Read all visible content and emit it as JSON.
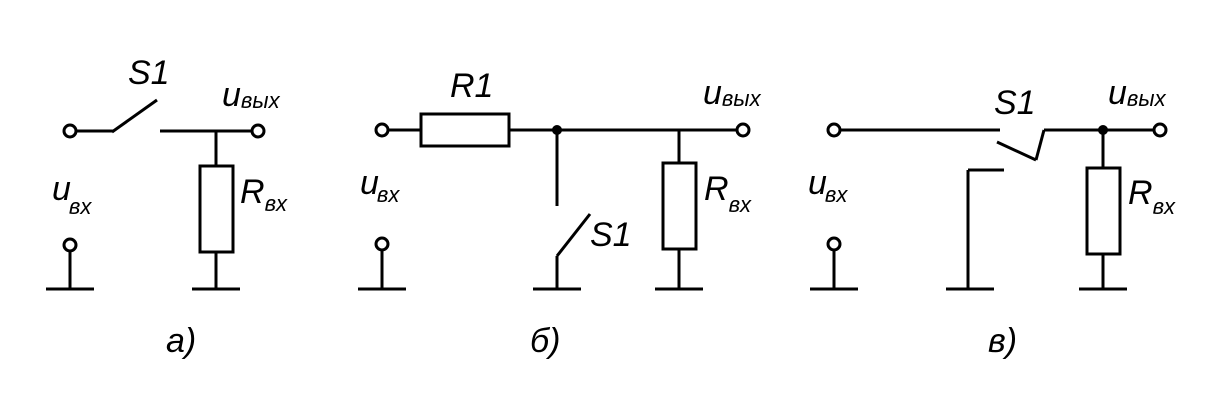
{
  "circuit_a": {
    "caption": "а)",
    "switch_label": "S1",
    "input_label": {
      "main": "u",
      "sub": "вх"
    },
    "output_label": {
      "main": "u",
      "sub": "вых"
    },
    "resistor_label": {
      "main": "R",
      "sub": "вх"
    }
  },
  "circuit_b": {
    "caption": "б)",
    "series_resistor_label": "R1",
    "switch_label": "S1",
    "input_label": {
      "main": "u",
      "sub": "вх"
    },
    "output_label": {
      "main": "u",
      "sub": "вых"
    },
    "resistor_label": {
      "main": "R",
      "sub": "вх"
    }
  },
  "circuit_c": {
    "caption": "в)",
    "switch_label": "S1",
    "input_label": {
      "main": "u",
      "sub": "вх"
    },
    "output_label": {
      "main": "u",
      "sub": "вых"
    },
    "resistor_label": {
      "main": "R",
      "sub": "вх"
    }
  }
}
